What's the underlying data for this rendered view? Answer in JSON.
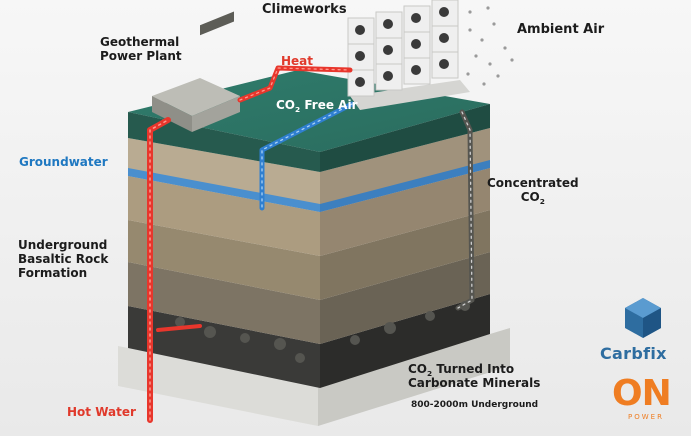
{
  "labels": {
    "climeworks": "Climeworks",
    "ambient_air": "Ambient Air",
    "geothermal_line1": "Geothermal",
    "geothermal_line2": "Power Plant",
    "heat": "Heat",
    "co2_free_air_pre": "CO",
    "co2_free_air_sub": "2",
    "co2_free_air_post": " Free Air",
    "groundwater": "Groundwater",
    "concentrated": "Concentrated",
    "concentrated_co2_pre": "CO",
    "concentrated_co2_sub": "2",
    "rock_line1": "Underground",
    "rock_line2": "Basaltic Rock",
    "rock_line3": "Formation",
    "co2_turned_pre": "CO",
    "co2_turned_sub": "2",
    "co2_turned_post": " Turned Into",
    "carbonate": "Carbonate Minerals",
    "depth": "800-2000m Underground",
    "hot_water": "Hot Water"
  },
  "logos": {
    "carbfix": "Carbfix",
    "on": "ON",
    "power": "POWER"
  },
  "colors": {
    "hot_pipe": "#e8362c",
    "cold_pipe": "#2f7fd0",
    "groundwater": "#1f78c1",
    "carbfix_brand": "#2e6da0",
    "on_brand": "#ef7d22"
  }
}
